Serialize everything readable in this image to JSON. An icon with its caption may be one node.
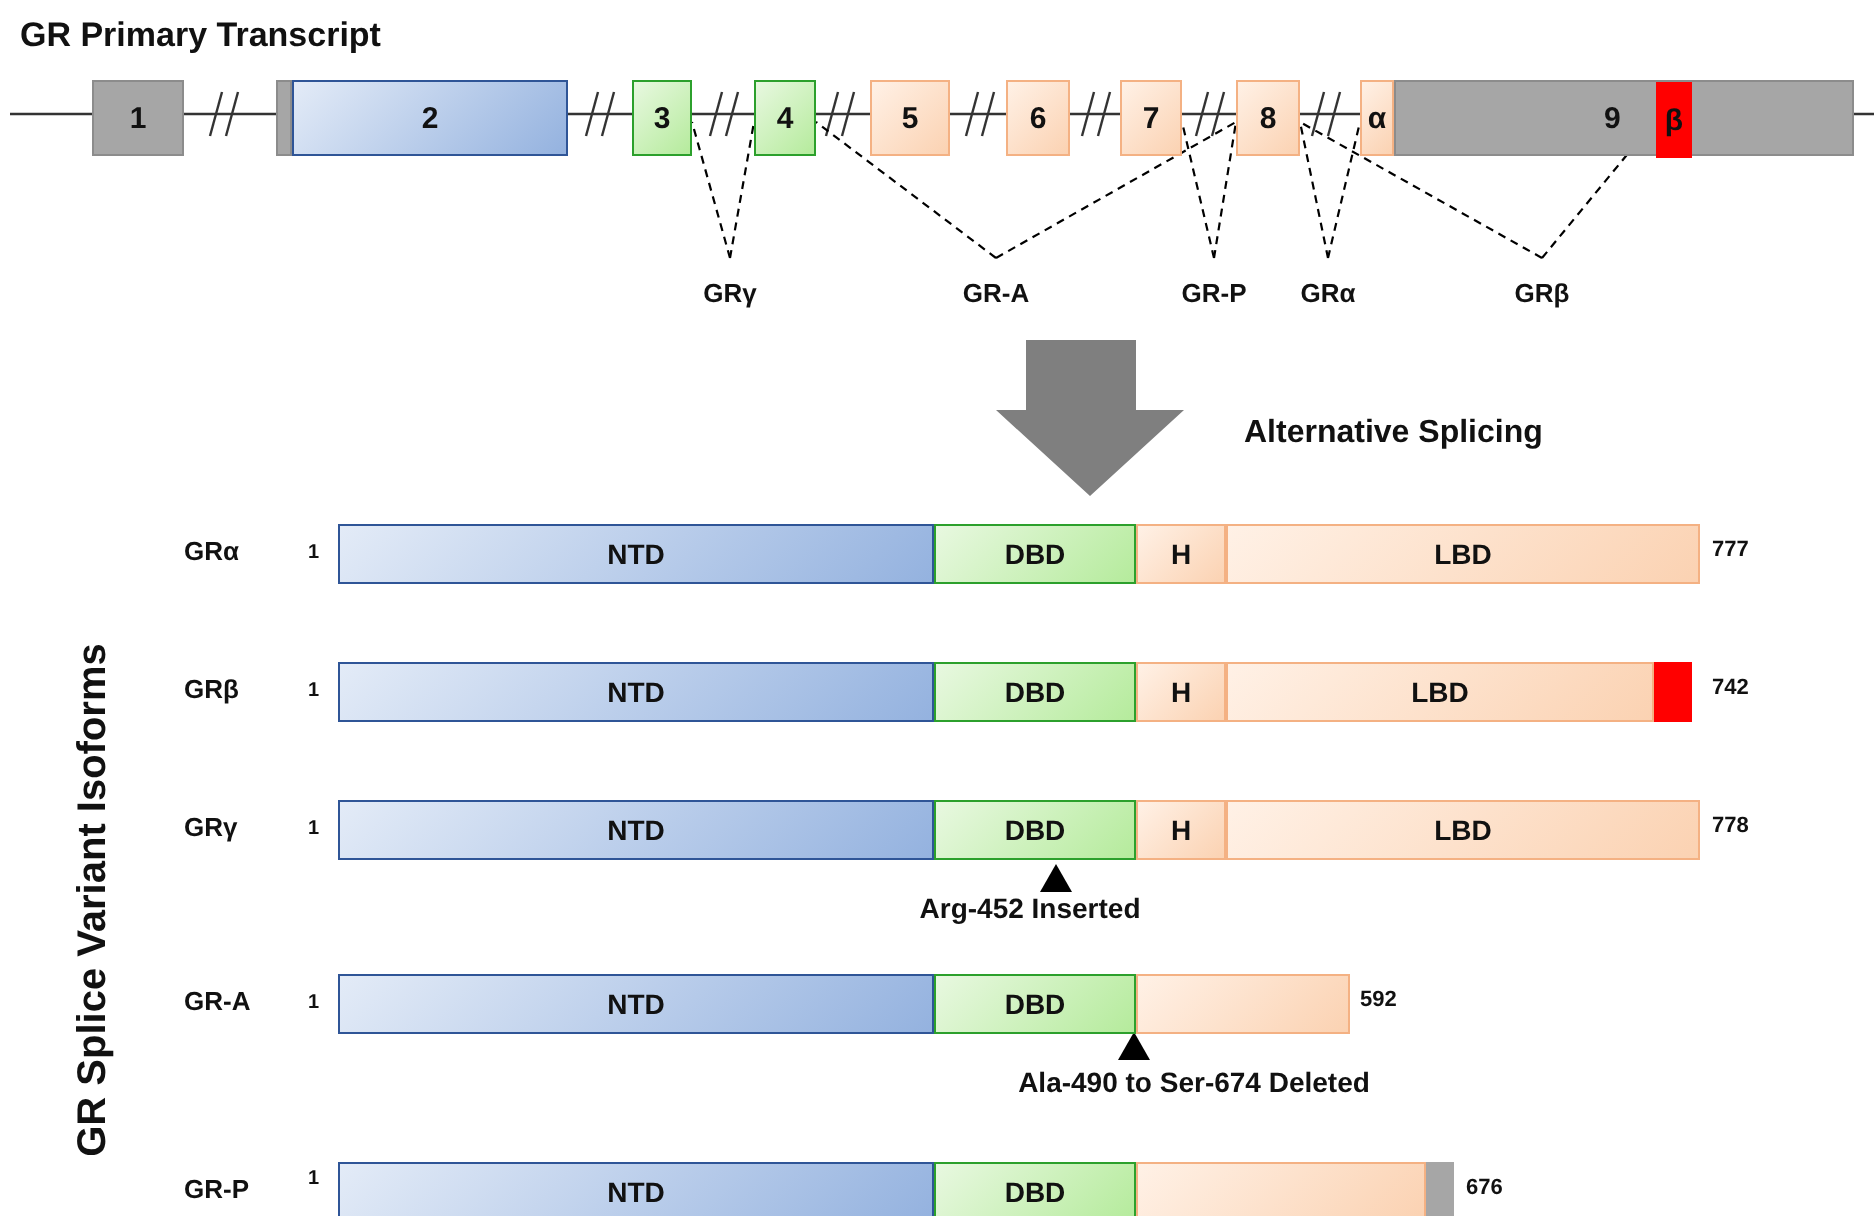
{
  "diagram": {
    "title": "GR Primary Transcript",
    "nodes": [
      {
        "text": [
          "1"
        ]
      },
      {
        "text": [],
        "shape": "box"
      },
      {
        "text": [
          "2"
        ]
      },
      {
        "text": [
          "3"
        ]
      },
      {
        "text": [
          "4"
        ]
      },
      {
        "text": [
          "5"
        ]
      },
      {
        "text": [
          "6"
        ]
      },
      {
        "text": [
          "7"
        ]
      },
      {
        "text": [
          "8"
        ]
      },
      {
        "text": [
          "α"
        ]
      },
      {
        "text": [
          "9"
        ]
      },
      {
        "text": [
          "β"
        ],
        "in": 10
      },
      {
        "text": [
          "GRγ"
        ]
      },
      {
        "text": [
          "GR-A"
        ]
      },
      {
        "text": [
          "GR-P"
        ]
      },
      {
        "text": [
          "GRα"
        ]
      },
      {
        "text": [
          "GRβ"
        ]
      },
      {
        "text": [
          "NTD"
        ]
      },
      {
        "text": [
          "DBD"
        ]
      },
      {
        "text": [
          "H"
        ]
      },
      {
        "text": [
          "LBD"
        ]
      },
      {
        "text": [
          "NTD"
        ]
      },
      {
        "text": [
          "DBD"
        ]
      },
      {
        "text": [
          "H"
        ]
      },
      {
        "text": [
          "LBD"
        ]
      },
      {
        "text": [],
        "shape": "bar"
      },
      {
        "text": [
          "NTD"
        ]
      },
      {
        "text": [
          "DBD"
        ]
      },
      {
        "text": [
          "H"
        ]
      },
      {
        "text": [
          "LBD"
        ]
      },
      {
        "text": [
          "NTD"
        ]
      },
      {
        "text": [
          "DBD"
        ]
      },
      {
        "text": [],
        "shape": "box"
      },
      {
        "text": [
          "NTD"
        ]
      },
      {
        "text": [
          "DBD"
        ]
      },
      {
        "text": [],
        "shape": "box"
      },
      {
        "text": [],
        "shape": "bar"
      }
    ],
    "edges": [
      {
        "from": 12,
        "to": 3,
        "arrow": "none",
        "style": "dashed"
      },
      {
        "from": 12,
        "to": 4,
        "arrow": "none",
        "style": "dashed"
      },
      {
        "from": 13,
        "to": 4,
        "arrow": "none",
        "style": "dashed"
      },
      {
        "from": 13,
        "to": 8,
        "arrow": "none",
        "style": "dashed"
      },
      {
        "from": 14,
        "to": 7,
        "arrow": "none",
        "style": "dashed"
      },
      {
        "from": 14,
        "to": 8,
        "arrow": "none",
        "style": "dashed"
      },
      {
        "from": 15,
        "to": 8,
        "arrow": "none",
        "style": "dashed"
      },
      {
        "from": 15,
        "to": 9,
        "arrow": "none",
        "style": "dashed"
      },
      {
        "from": 16,
        "to": 8,
        "arrow": "none",
        "style": "dashed"
      },
      {
        "from": 16,
        "to": 11,
        "arrow": "none",
        "style": "dashed"
      }
    ],
    "labels": [
      "Alternative Splicing",
      "GR Splice Variant Isoforms",
      "GRα",
      "1",
      "777",
      "GRβ",
      "1",
      "742",
      "GRγ",
      "1",
      "778",
      "Arg-452 Inserted",
      "GR-A",
      "1",
      "592",
      "Ala-490 to Ser-674 Deleted",
      "GR-P",
      "1",
      "676"
    ]
  }
}
